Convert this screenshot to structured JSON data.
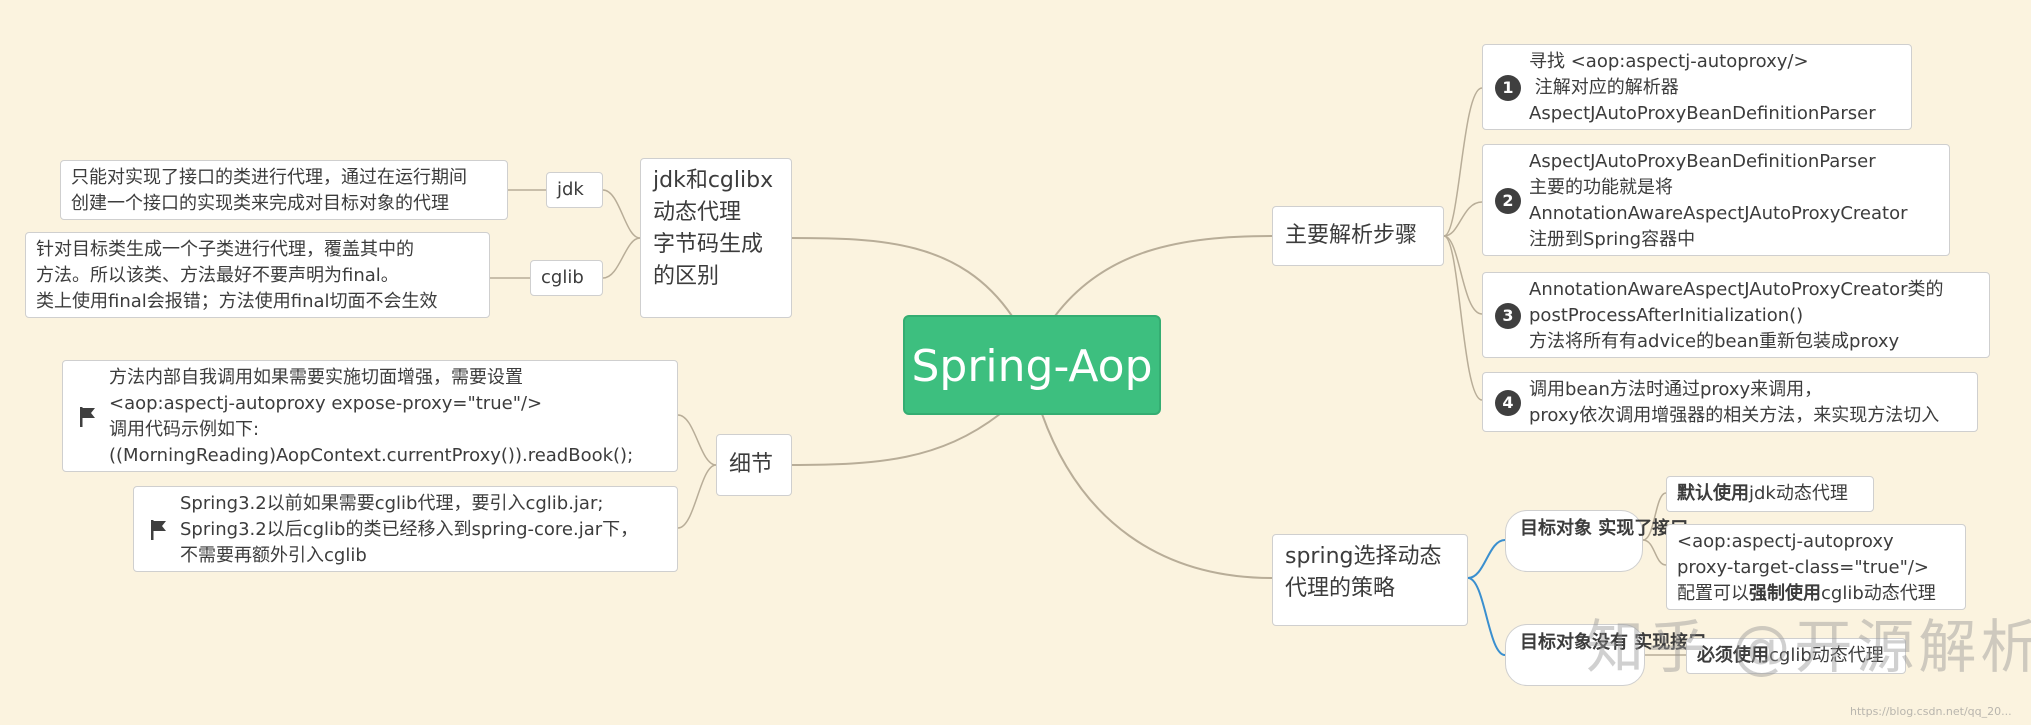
{
  "colors": {
    "background": "#fbf3df",
    "root": "#3dbf7f",
    "link": "#b8ad98",
    "blue_link": "#3a8fcf"
  },
  "root": {
    "label": "Spring-Aop"
  },
  "left_branches": {
    "jdk_cglib": {
      "label_lines": [
        "jdk和cglibx",
        "动态代理",
        "字节码生成",
        "的区别"
      ],
      "children": [
        {
          "label": "jdk",
          "detail_lines": [
            "只能对实现了接口的类进行代理，通过在运行期间",
            "创建一个接口的实现类来完成对目标对象的代理"
          ]
        },
        {
          "label": "cglib",
          "detail_lines": [
            "针对目标类生成一个子类进行代理，覆盖其中的",
            "方法。所以该类、方法最好不要声明为final。",
            "类上使用final会报错；方法使用final切面不会生效"
          ]
        }
      ]
    },
    "details": {
      "label": "细节",
      "notes": [
        {
          "icon": "flag-icon",
          "lines": [
            "方法内部自我调用如果需要实施切面增强，需要设置",
            "<aop:aspectj-autoproxy expose-proxy=\"true\"/>",
            "调用代码示例如下:",
            "((MorningReading)AopContext.currentProxy()).readBook();"
          ]
        },
        {
          "icon": "flag-icon",
          "lines": [
            "Spring3.2以前如果需要cglib代理，要引入cglib.jar;",
            "Spring3.2以后cglib的类已经移入到spring-core.jar下，",
            "不需要再额外引入cglib"
          ]
        }
      ]
    }
  },
  "right_branches": {
    "main_steps": {
      "label": "主要解析步骤",
      "steps": [
        {
          "num": "1",
          "lines": [
            "寻找 <aop:aspectj-autoproxy/>",
            " 注解对应的解析器",
            "AspectJAutoProxyBeanDefinitionParser"
          ]
        },
        {
          "num": "2",
          "lines": [
            "AspectJAutoProxyBeanDefinitionParser",
            "主要的功能就是将",
            "AnnotationAwareAspectJAutoProxyCreator",
            "注册到Spring容器中"
          ]
        },
        {
          "num": "3",
          "lines": [
            "AnnotationAwareAspectJAutoProxyCreator类的",
            "postProcessAfterInitialization()",
            "方法将所有有advice的bean重新包装成proxy"
          ]
        },
        {
          "num": "4",
          "lines": [
            "调用bean方法时通过proxy来调用，",
            "proxy依次调用增强器的相关方法，来实现方法切入"
          ]
        }
      ]
    },
    "strategy": {
      "label_lines": [
        "spring选择动态",
        "代理的策略"
      ],
      "cases": [
        {
          "label_lines": [
            "目标对象",
            "实现了接口"
          ],
          "results": [
            {
              "bold": "默认使用",
              "rest": "jdk动态代理"
            },
            {
              "lines": [
                "<aop:aspectj-autoproxy",
                "proxy-target-class=\"true\"/>"
              ],
              "last_prefix": "配置可以",
              "last_bold": "强制使用",
              "last_rest": "cglib动态代理"
            }
          ]
        },
        {
          "label_lines": [
            "目标对象没有",
            "实现接口"
          ],
          "results": [
            {
              "bold": "必须使用",
              "rest": "cglib动态代理"
            }
          ]
        }
      ]
    }
  },
  "watermark": "知乎 @开源解析",
  "credit": "https://blog.csdn.net/qq_20..."
}
